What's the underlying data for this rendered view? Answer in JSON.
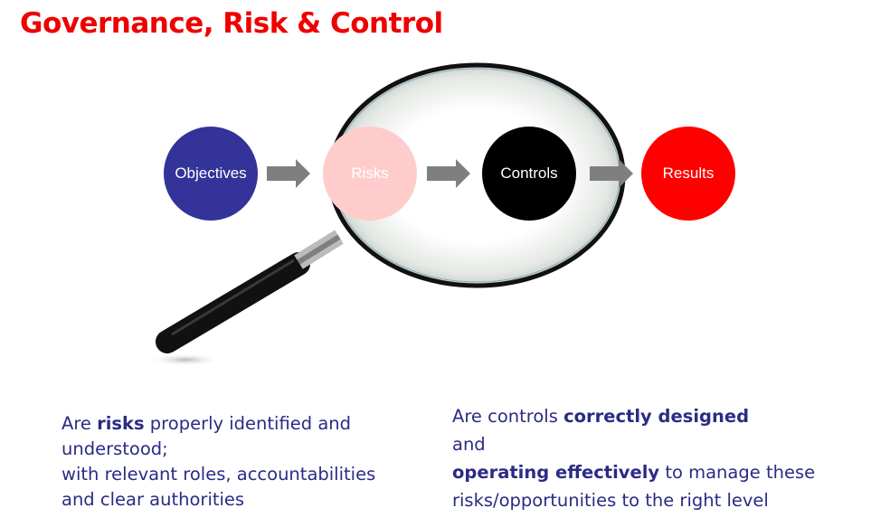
{
  "title": "Governance, Risk & Control",
  "steps": [
    {
      "label": "Objectives",
      "color": "#333399"
    },
    {
      "label": "Risks",
      "color": "#ffcccc"
    },
    {
      "label": "Controls",
      "color": "#000000"
    },
    {
      "label": "Results",
      "color": "#ff0000"
    }
  ],
  "left_text": {
    "p1": "Are ",
    "b1": "risks",
    "p2": " properly identified and understood;",
    "p3": "with relevant roles, accountabilities and clear authorities"
  },
  "right_text": {
    "p1": "Are controls ",
    "b1": "correctly designed",
    "p2": "and",
    "b2": "operating effectively",
    "p3": " to manage these risks/opportunities to the right level"
  }
}
